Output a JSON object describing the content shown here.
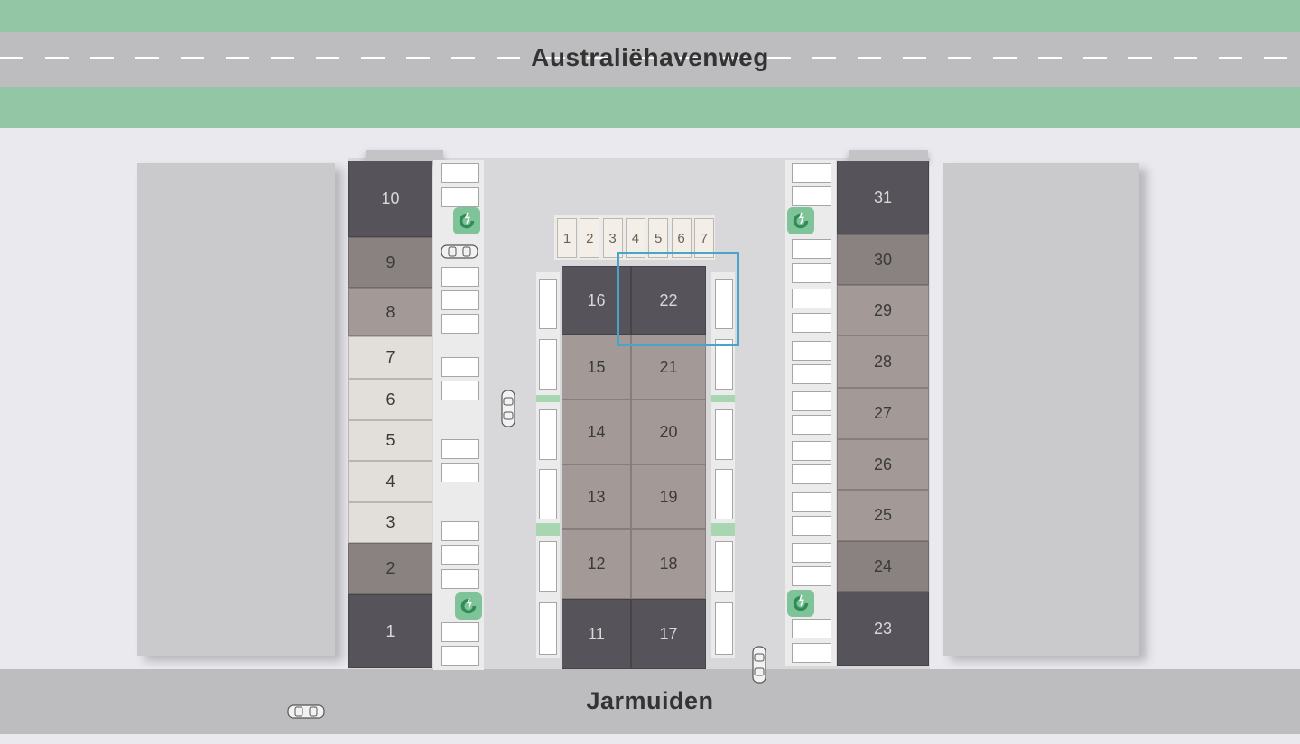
{
  "roads": {
    "top": "Australiëhavenweg",
    "bottom": "Jarmuiden"
  },
  "colors": {
    "dark": "#56545a",
    "mid": "#8a8281",
    "light": "#a39a98",
    "cream": "#e2dfda",
    "highlight": "#4aa3c8",
    "green": "#93c6a5"
  },
  "units": {
    "left": [
      {
        "num": "10",
        "tone": "dark"
      },
      {
        "num": "9",
        "tone": "mid"
      },
      {
        "num": "8",
        "tone": "light"
      },
      {
        "num": "7",
        "tone": "cream"
      },
      {
        "num": "6",
        "tone": "cream"
      },
      {
        "num": "5",
        "tone": "cream"
      },
      {
        "num": "4",
        "tone": "cream"
      },
      {
        "num": "3",
        "tone": "cream"
      },
      {
        "num": "2",
        "tone": "mid"
      },
      {
        "num": "1",
        "tone": "dark"
      }
    ],
    "center_a": [
      {
        "num": "16",
        "tone": "dark"
      },
      {
        "num": "15",
        "tone": "light"
      },
      {
        "num": "14",
        "tone": "light"
      },
      {
        "num": "13",
        "tone": "light"
      },
      {
        "num": "12",
        "tone": "light"
      },
      {
        "num": "11",
        "tone": "dark"
      }
    ],
    "center_b": [
      {
        "num": "22",
        "tone": "dark"
      },
      {
        "num": "21",
        "tone": "light"
      },
      {
        "num": "20",
        "tone": "light"
      },
      {
        "num": "19",
        "tone": "light"
      },
      {
        "num": "18",
        "tone": "light"
      },
      {
        "num": "17",
        "tone": "dark"
      }
    ],
    "right": [
      {
        "num": "31",
        "tone": "dark"
      },
      {
        "num": "30",
        "tone": "mid"
      },
      {
        "num": "29",
        "tone": "light"
      },
      {
        "num": "28",
        "tone": "light"
      },
      {
        "num": "27",
        "tone": "light"
      },
      {
        "num": "26",
        "tone": "light"
      },
      {
        "num": "25",
        "tone": "light"
      },
      {
        "num": "24",
        "tone": "mid"
      },
      {
        "num": "23",
        "tone": "dark"
      }
    ],
    "mini": [
      "1",
      "2",
      "3",
      "4",
      "5",
      "6",
      "7"
    ]
  },
  "selected_unit": "22",
  "icons": {
    "charger": "ev-charger-icon",
    "car": "car-icon"
  }
}
